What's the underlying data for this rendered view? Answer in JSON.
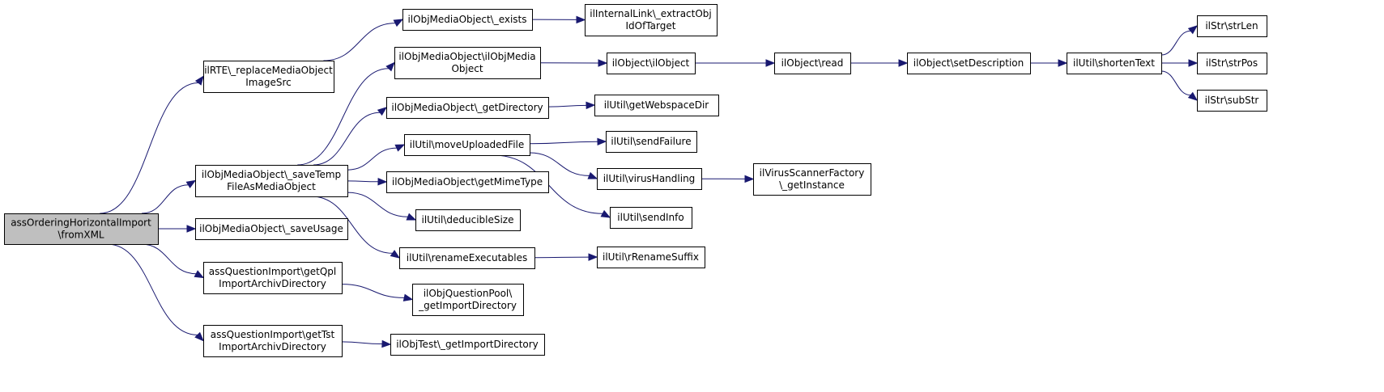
{
  "graph": {
    "nodes": [
      {
        "id": "root",
        "lines": [
          "assOrderingHorizontalImport",
          "\\fromXML"
        ],
        "root": true
      },
      {
        "id": "rte",
        "lines": [
          "ilRTE\\_replaceMediaObject",
          "ImageSrc"
        ]
      },
      {
        "id": "saveTemp",
        "lines": [
          "ilObjMediaObject\\_saveTemp",
          "FileAsMediaObject"
        ]
      },
      {
        "id": "saveUsage",
        "lines": [
          "ilObjMediaObject\\_saveUsage"
        ]
      },
      {
        "id": "getQpl",
        "lines": [
          "assQuestionImport\\getQpl",
          "ImportArchivDirectory"
        ]
      },
      {
        "id": "getTst",
        "lines": [
          "assQuestionImport\\getTst",
          "ImportArchivDirectory"
        ]
      },
      {
        "id": "exists",
        "lines": [
          "ilObjMediaObject\\_exists"
        ]
      },
      {
        "id": "ctor",
        "lines": [
          "ilObjMediaObject\\ilObjMedia",
          "Object"
        ]
      },
      {
        "id": "getDir",
        "lines": [
          "ilObjMediaObject\\_getDirectory"
        ]
      },
      {
        "id": "moveUp",
        "lines": [
          "ilUtil\\moveUploadedFile"
        ]
      },
      {
        "id": "mime",
        "lines": [
          "ilObjMediaObject\\getMimeType"
        ]
      },
      {
        "id": "deducible",
        "lines": [
          "ilUtil\\deducibleSize"
        ]
      },
      {
        "id": "renameExe",
        "lines": [
          "ilUtil\\renameExecutables"
        ]
      },
      {
        "id": "qpoolDir",
        "lines": [
          "ilObjQuestionPool\\",
          "_getImportDirectory"
        ]
      },
      {
        "id": "testDir",
        "lines": [
          "ilObjTest\\_getImportDirectory"
        ]
      },
      {
        "id": "extract",
        "lines": [
          "ilInternalLink\\_extractObj",
          "IdOfTarget"
        ]
      },
      {
        "id": "objCtor",
        "lines": [
          "ilObject\\ilObject"
        ]
      },
      {
        "id": "webspace",
        "lines": [
          "ilUtil\\getWebspaceDir"
        ]
      },
      {
        "id": "sendFailure",
        "lines": [
          "ilUtil\\sendFailure"
        ]
      },
      {
        "id": "virus",
        "lines": [
          "ilUtil\\virusHandling"
        ]
      },
      {
        "id": "sendInfo",
        "lines": [
          "ilUtil\\sendInfo"
        ]
      },
      {
        "id": "rRename",
        "lines": [
          "ilUtil\\rRenameSuffix"
        ]
      },
      {
        "id": "read",
        "lines": [
          "ilObject\\read"
        ]
      },
      {
        "id": "virusFactory",
        "lines": [
          "ilVirusScannerFactory",
          "\\_getInstance"
        ]
      },
      {
        "id": "setDesc",
        "lines": [
          "ilObject\\setDescription"
        ]
      },
      {
        "id": "shorten",
        "lines": [
          "ilUtil\\shortenText"
        ]
      },
      {
        "id": "strLen",
        "lines": [
          "ilStr\\strLen"
        ]
      },
      {
        "id": "strPos",
        "lines": [
          "ilStr\\strPos"
        ]
      },
      {
        "id": "subStr",
        "lines": [
          "ilStr\\subStr"
        ]
      }
    ],
    "edges": [
      [
        "root",
        "rte"
      ],
      [
        "root",
        "saveTemp"
      ],
      [
        "root",
        "saveUsage"
      ],
      [
        "root",
        "getQpl"
      ],
      [
        "root",
        "getTst"
      ],
      [
        "rte",
        "exists"
      ],
      [
        "saveTemp",
        "ctor"
      ],
      [
        "saveTemp",
        "getDir"
      ],
      [
        "saveTemp",
        "moveUp"
      ],
      [
        "saveTemp",
        "mime"
      ],
      [
        "saveTemp",
        "deducible"
      ],
      [
        "saveTemp",
        "renameExe"
      ],
      [
        "getQpl",
        "qpoolDir"
      ],
      [
        "getTst",
        "testDir"
      ],
      [
        "exists",
        "extract"
      ],
      [
        "ctor",
        "objCtor"
      ],
      [
        "getDir",
        "webspace"
      ],
      [
        "moveUp",
        "sendFailure"
      ],
      [
        "moveUp",
        "virus"
      ],
      [
        "moveUp",
        "sendInfo"
      ],
      [
        "renameExe",
        "rRename"
      ],
      [
        "objCtor",
        "read"
      ],
      [
        "virus",
        "virusFactory"
      ],
      [
        "read",
        "setDesc"
      ],
      [
        "setDesc",
        "shorten"
      ],
      [
        "shorten",
        "strLen"
      ],
      [
        "shorten",
        "strPos"
      ],
      [
        "shorten",
        "subStr"
      ]
    ]
  }
}
